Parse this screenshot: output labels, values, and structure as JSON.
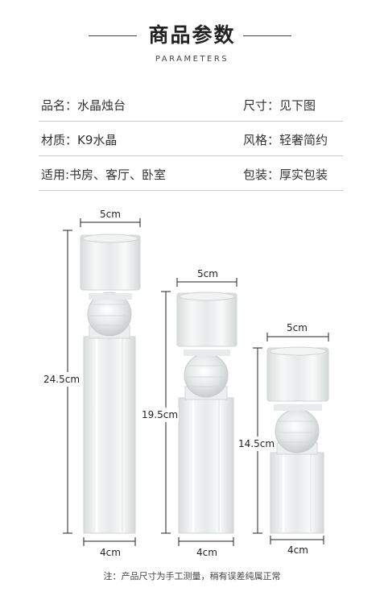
{
  "header": {
    "title": "商品参数",
    "subtitle": "PARAMETERS"
  },
  "params": [
    {
      "left": "品名：水晶烛台",
      "right": "尺寸：见下图"
    },
    {
      "left": "材质：K9水晶",
      "right": "风格：轻奢简约"
    },
    {
      "left": "适用:书房、客厅、卧室",
      "right": "包装：厚实包装"
    }
  ],
  "products": [
    {
      "top_width": "5cm",
      "height": "24.5cm",
      "bottom_width": "4cm"
    },
    {
      "top_width": "5cm",
      "height": "19.5cm",
      "bottom_width": "4cm"
    },
    {
      "top_width": "5cm",
      "height": "14.5cm",
      "bottom_width": "4cm"
    }
  ],
  "footer_note": "注：产品尺寸为手工测量，稍有误差纯属正常",
  "colors": {
    "line": "#444444",
    "divider": "#c9c9c9",
    "glass": "#e9eced"
  }
}
